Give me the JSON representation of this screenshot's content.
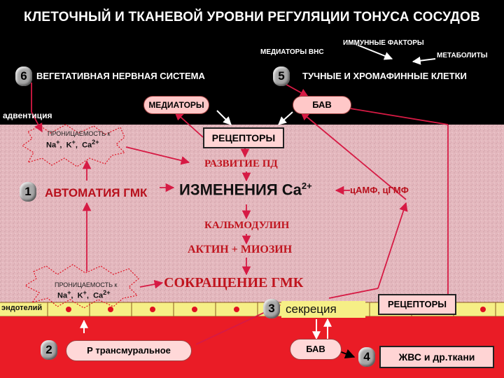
{
  "title": "КЛЕТОЧНЫЙ И ТКАНЕВОЙ УРОВНИ РЕГУЛЯЦИИ ТОНУСА СОСУДОВ",
  "header": {
    "immune_factors": "ИММУННЫЕ ФАКТОРЫ",
    "ans_mediators": "МЕДИАТОРЫ ВНС",
    "metabolites": "МЕТАБОЛИТЫ",
    "num6": "6",
    "vegetative_ns": "ВЕГЕТАТИВНАЯ НЕРВНАЯ СИСТЕМА",
    "num5": "5",
    "mast_cells": "ТУЧНЫЕ И ХРОМАФИННЫЕ КЛЕТКИ",
    "mediators": "МЕДИАТОРЫ",
    "bav_top": "БАВ",
    "adventitia": "адвентиция"
  },
  "body": {
    "permeability_top": "ПРОНИЦАЕМОСТЬ к",
    "ions_top_na": "Na",
    "ions_top_k": "K",
    "ions_top_ca": "Ca",
    "receptors_top": "РЕЦЕПТОРЫ",
    "pd_development": "РАЗВИТИЕ ПД",
    "num1": "1",
    "automaticity": "АВТОМАТИЯ ГМК",
    "ca_changes": "ИЗМЕНЕНИЯ Ca",
    "ca_sup": "2+",
    "camp_cgmp": "цАМФ, цГМФ",
    "calmodulin": "КАЛЬМОДУЛИН",
    "actin_myosin": "АКТИН + МИОЗИН",
    "permeability_bottom": "ПРОНИЦАЕМОСТЬ к",
    "ions_bottom_na": "Na",
    "ions_bottom_k": "K",
    "ions_bottom_ca": "Ca",
    "contraction": "СОКРАЩЕНИЕ ГМК",
    "endothelium": "эндотелий",
    "num3": "3",
    "secretion": "секреция",
    "receptors_bottom": "РЕЦЕПТОРЫ"
  },
  "footer": {
    "num2": "2",
    "transmural": "Р трансмуральное",
    "bav_bottom": "БАВ",
    "num4": "4",
    "zhvs": "ЖВС и др.ткани"
  },
  "colors": {
    "background_top": "#000000",
    "background_middle": "#e3b6bd",
    "background_bottom": "#ea1c26",
    "endothelium_band": "#f6ef86",
    "arrow": "#d61a44"
  }
}
